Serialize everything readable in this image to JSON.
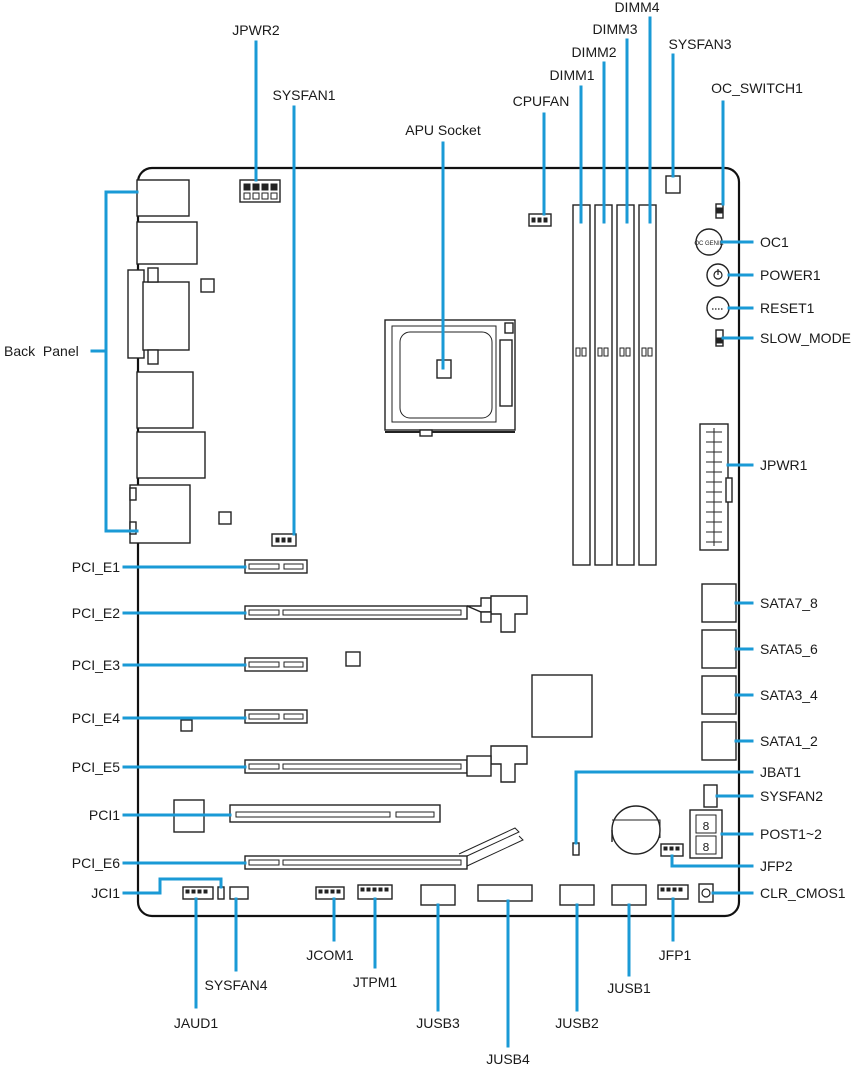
{
  "labels": {
    "jpwr2": "JPWR2",
    "sysfan1": "SYSFAN1",
    "apu_socket": "APU Socket",
    "cpufan": "CPUFAN",
    "dimm1": "DIMM1",
    "dimm2": "DIMM2",
    "dimm3": "DIMM3",
    "dimm4": "DIMM4",
    "sysfan3": "SYSFAN3",
    "oc_switch1": "OC_SWITCH1",
    "oc1": "OC1",
    "power1": "POWER1",
    "reset1": "RESET1",
    "slow_mode": "SLOW_MODE",
    "jpwr1": "JPWR1",
    "sata7_8": "SATA7_8",
    "sata5_6": "SATA5_6",
    "sata3_4": "SATA3_4",
    "sata1_2": "SATA1_2",
    "jbat1": "JBAT1",
    "sysfan2": "SYSFAN2",
    "post1_2": "POST1~2",
    "jfp2": "JFP2",
    "clr_cmos1": "CLR_CMOS1",
    "back_panel": "Back  Panel",
    "pci_e1": "PCI_E1",
    "pci_e2": "PCI_E2",
    "pci_e3": "PCI_E3",
    "pci_e4": "PCI_E4",
    "pci_e5": "PCI_E5",
    "pci1": "PCI1",
    "pci_e6": "PCI_E6",
    "jci1": "JCI1",
    "jaud1": "JAUD1",
    "sysfan4": "SYSFAN4",
    "jcom1": "JCOM1",
    "jtpm1": "JTPM1",
    "jusb3": "JUSB3",
    "jusb4": "JUSB4",
    "jusb2": "JUSB2",
    "jusb1": "JUSB1",
    "jfp1": "JFP1"
  },
  "button_marks": {
    "oc_genie": "OC GENIE",
    "post_digit": "8"
  },
  "colors": {
    "leader_line": "#1a9ad6",
    "outline": "#222222"
  }
}
